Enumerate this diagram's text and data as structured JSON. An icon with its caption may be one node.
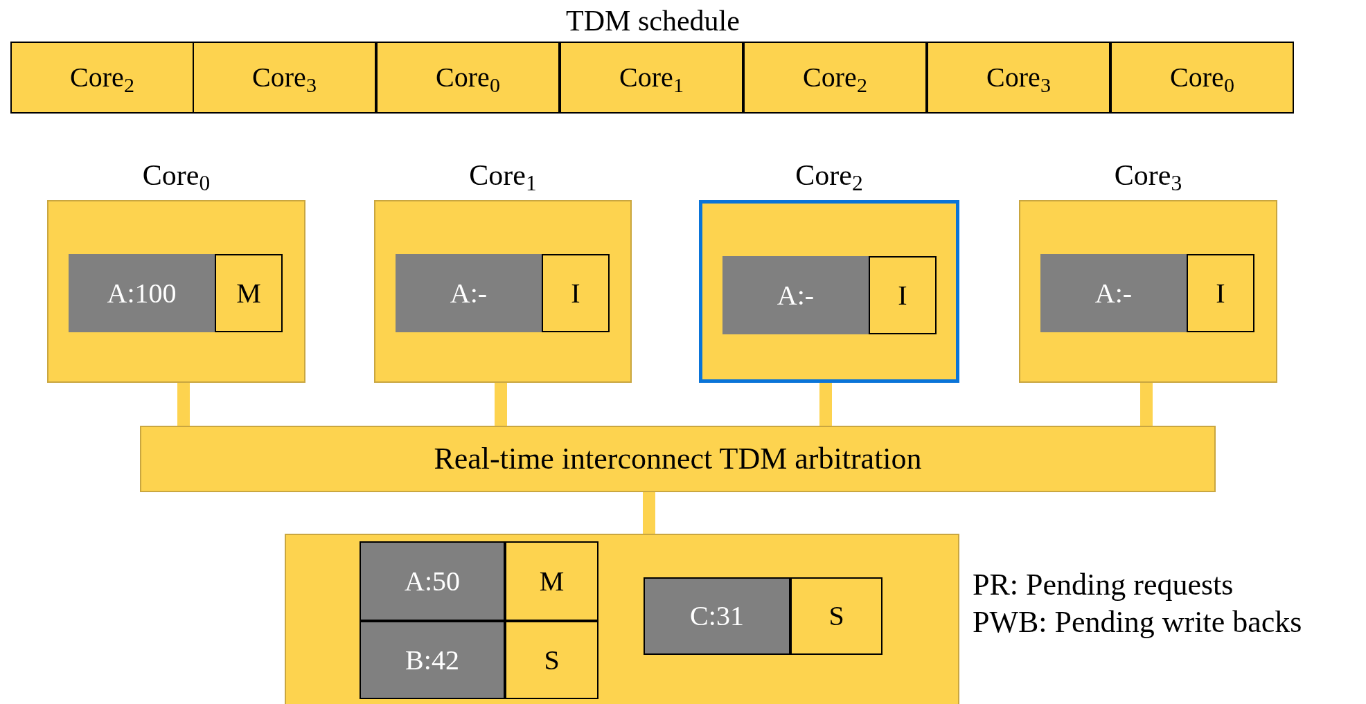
{
  "diagram": {
    "nodes": [
      {
        "text": [
          "TDM schedule"
        ]
      },
      {
        "text": [
          "Core$_{2}$"
        ],
        "in": 0
      },
      {
        "text": [
          "Core$_{3}$"
        ],
        "in": 0
      },
      {
        "text": [
          "Core$_{0}$"
        ],
        "in": 0
      },
      {
        "text": [
          "Core$_{1}$"
        ],
        "in": 0
      },
      {
        "text": [
          "Core$_{2}$"
        ],
        "in": 0
      },
      {
        "text": [
          "Core$_{3}$"
        ],
        "in": 0
      },
      {
        "text": [
          "Core$_{0}$"
        ],
        "in": 0
      },
      {
        "text": [
          "Core$_{0}$"
        ]
      },
      {
        "text": [
          "A:100"
        ],
        "in": 8
      },
      {
        "text": [
          "M"
        ],
        "in": 8
      },
      {
        "text": [
          "Core$_{1}$"
        ]
      },
      {
        "text": [
          "A:-"
        ],
        "in": 11
      },
      {
        "text": [
          "I"
        ],
        "in": 11
      },
      {
        "text": [
          "Core$_{2}$"
        ]
      },
      {
        "text": [
          "A:-"
        ],
        "in": 14
      },
      {
        "text": [
          "I"
        ],
        "in": 14
      },
      {
        "text": [
          "Core$_{3}$"
        ]
      },
      {
        "text": [
          "A:-"
        ],
        "in": 17
      },
      {
        "text": [
          "I"
        ],
        "in": 17
      },
      {
        "text": [
          "Real-time interconnect TDM arbitration"
        ]
      },
      {
        "text": [],
        "shape": "box"
      },
      {
        "text": [
          "A:50"
        ],
        "in": 21
      },
      {
        "text": [
          "M"
        ],
        "in": 21
      },
      {
        "text": [
          "B:42"
        ],
        "in": 21
      },
      {
        "text": [
          "S"
        ],
        "in": 21
      },
      {
        "text": [
          "C:31"
        ],
        "in": 21
      },
      {
        "text": [
          "S"
        ],
        "in": 21
      }
    ],
    "edges": [
      {
        "from": 8,
        "to": 20,
        "arrow": "none"
      },
      {
        "from": 11,
        "to": 20,
        "arrow": "none"
      },
      {
        "from": 14,
        "to": 20,
        "arrow": "none"
      },
      {
        "from": 17,
        "to": 20,
        "arrow": "none"
      },
      {
        "from": 20,
        "to": 21,
        "arrow": "none"
      }
    ],
    "labels": [
      "PR: Pending requests",
      "PWB: Pending write backs"
    ]
  }
}
